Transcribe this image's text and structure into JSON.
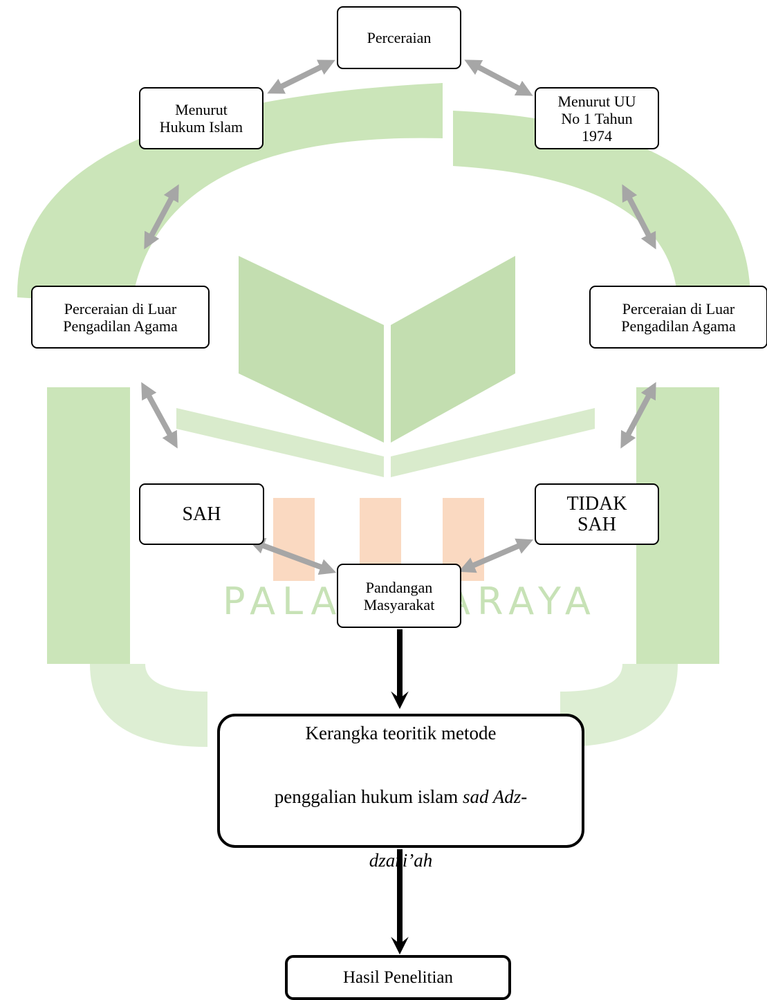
{
  "watermark": {
    "text": "PALANGKARAYA",
    "green": "#a9d08e",
    "orange": "#f4b183"
  },
  "colors": {
    "arrow_gray": "#a6a6a6",
    "arrow_black": "#000000",
    "border": "#000000"
  },
  "nodes": {
    "perceraian": "Perceraian",
    "hukum_islam": "Menurut\nHukum Islam",
    "uu": "Menurut UU\nNo 1 Tahun\n1974",
    "luar_left": "Perceraian di Luar\nPengadilan Agama",
    "luar_right": "Perceraian di Luar\nPengadilan Agama",
    "sah": "SAH",
    "tidak_sah": "TIDAK\nSAH",
    "pandangan": "Pandangan\nMasyarakat",
    "kerangka_line1": "Kerangka teoritik metode",
    "kerangka_line2_plain": "penggalian hukum islam ",
    "kerangka_line2_italic": "sad Adz-",
    "kerangka_line3_italic": "dzari’ah",
    "hasil": "Hasil Penelitian"
  }
}
